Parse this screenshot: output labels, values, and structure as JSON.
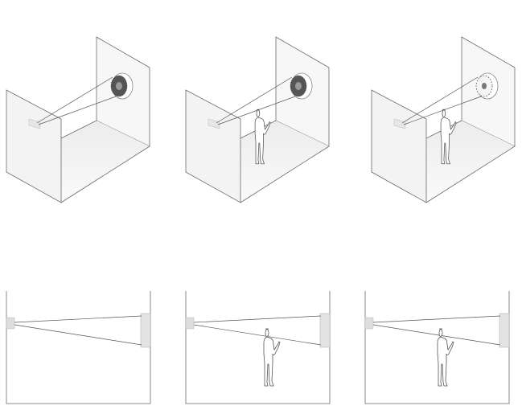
{
  "diagram": {
    "panels": [
      {
        "view": "isometric",
        "person": false,
        "target": "dense-pattern"
      },
      {
        "view": "isometric",
        "person": true,
        "target": "dense-pattern"
      },
      {
        "view": "isometric",
        "person": true,
        "target": "sparse-pattern"
      },
      {
        "view": "section",
        "person": false
      },
      {
        "view": "section",
        "person": true
      },
      {
        "view": "section",
        "person": true
      }
    ],
    "colors": {
      "line": "#6a6a6a",
      "wall": "#f1f1f1",
      "floor": "#e9e9e9",
      "target": "#444444"
    }
  }
}
